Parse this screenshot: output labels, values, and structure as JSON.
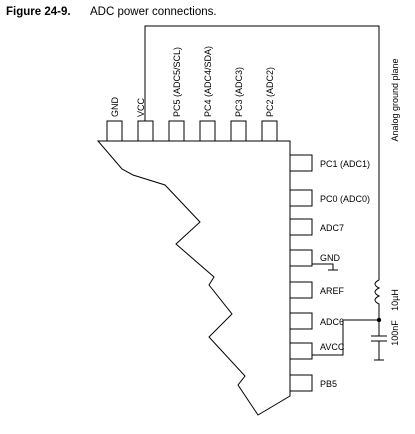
{
  "figure": {
    "number": "Figure 24-9.",
    "caption": "ADC power connections."
  },
  "top_pins": [
    "GND",
    "VCC",
    "PC5 (ADC5/SCL)",
    "PC4 (ADC4/SDA)",
    "PC3 (ADC3)",
    "PC2 (ADC2)"
  ],
  "right_pins": [
    "PC1 (ADC1)",
    "PC0 (ADC0)",
    "ADC7",
    "GND",
    "AREF",
    "ADC6",
    "AVCC",
    "PB5"
  ],
  "components": {
    "inductor_value": "10µH",
    "capacitor_value": "100nF",
    "ground_plane_label": "Analog ground plane"
  }
}
